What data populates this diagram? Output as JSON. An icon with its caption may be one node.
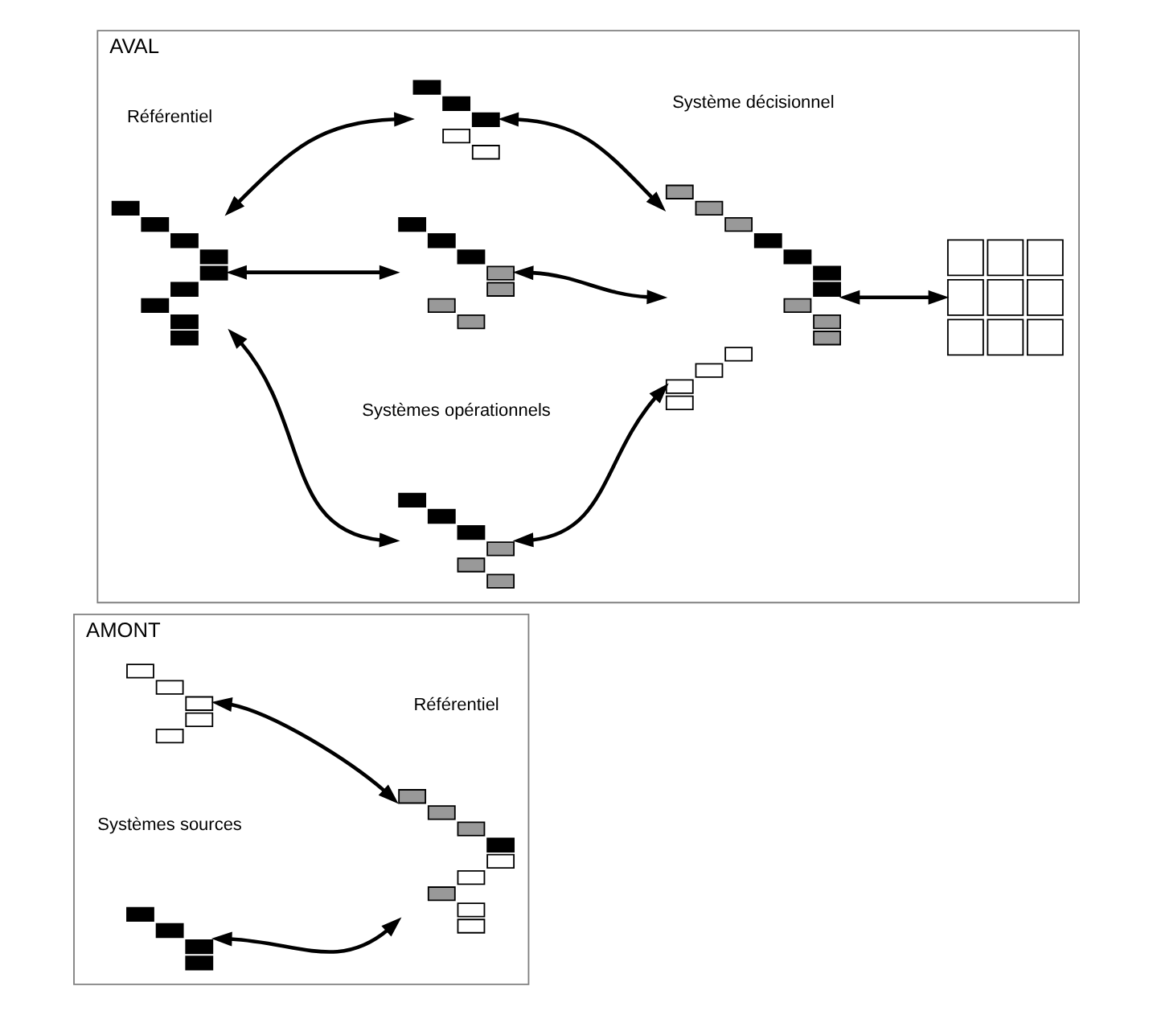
{
  "diagram": {
    "nodes": [
      {
        "text": [
          "AMONT"
        ]
      },
      {
        "text": [],
        "shape": "picture",
        "in": 0
      },
      {
        "text": [],
        "shape": "picture",
        "in": 0
      },
      {
        "text": [],
        "shape": "picture",
        "in": 0
      },
      {
        "text": [
          "AVAL"
        ]
      },
      {
        "text": [],
        "shape": "picture",
        "in": 4
      },
      {
        "text": [],
        "shape": "picture",
        "in": 4
      },
      {
        "text": [],
        "shape": "picture",
        "in": 4
      },
      {
        "text": [],
        "shape": "picture",
        "in": 4
      },
      {
        "text": [],
        "shape": "picture",
        "in": 4
      },
      {
        "text": [],
        "shape": "picture",
        "in": 4
      }
    ],
    "edges": [
      {
        "from": 1,
        "to": 3,
        "arrow": "both"
      },
      {
        "from": 2,
        "to": 3,
        "arrow": "both"
      },
      {
        "from": 5,
        "to": 6,
        "arrow": "both"
      },
      {
        "from": 5,
        "to": 7,
        "arrow": "both"
      },
      {
        "from": 5,
        "to": 8,
        "arrow": "both"
      },
      {
        "from": 6,
        "to": 9,
        "arrow": "both"
      },
      {
        "from": 7,
        "to": 9,
        "arrow": "both"
      },
      {
        "from": 8,
        "to": 9,
        "arrow": "both"
      },
      {
        "from": 9,
        "to": 10,
        "arrow": "both"
      }
    ],
    "labels": [
      "Systèmes sources",
      "Référentiel",
      "Référentiel",
      "Systèmes opérationnels",
      "Système décisionnel"
    ]
  }
}
